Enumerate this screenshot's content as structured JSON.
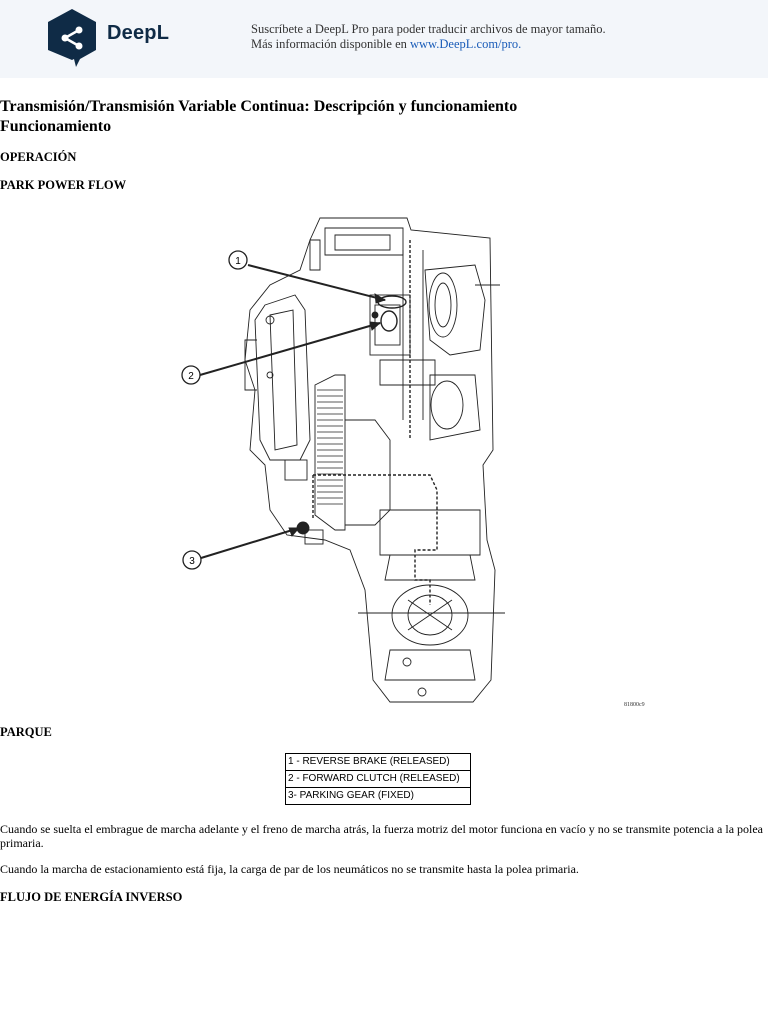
{
  "banner": {
    "brand": "DeepL",
    "promo_line1": "Suscríbete a DeepL Pro para poder traducir archivos de mayor tamaño.",
    "promo_line2_prefix": "Más información disponible en ",
    "promo_link": "www.DeepL.com/pro.",
    "logo_color": "#0f2b46",
    "background": "#f3f6fa"
  },
  "document": {
    "title_line1": "Transmisión/Transmisión Variable Continua: Descripción y funcionamiento",
    "title_line2": "Funcionamiento",
    "heading_operation": "OPERACIÓN",
    "heading_park_power_flow": "PARK POWER FLOW",
    "figure_code": "81800c9",
    "heading_parque": "PARQUE",
    "legend": [
      {
        "text": "1 - REVERSE BRAKE (RELEASED)"
      },
      {
        "text": "2 - FORWARD CLUTCH (RELEASED)"
      },
      {
        "text": "3- PARKING GEAR (FIXED)"
      }
    ],
    "paragraph1": "Cuando se suelta el embrague de marcha adelante y el freno de marcha atrás, la fuerza motriz del motor funciona en vacío y no se transmite potencia a la polea primaria.",
    "paragraph2": "Cuando la marcha de estacionamiento está fija, la carga de par de los neumáticos no se transmite hasta la polea primaria.",
    "heading_reverse_flow": "FLUJO DE ENERGÍA INVERSO"
  },
  "figure": {
    "callouts": [
      "1",
      "2",
      "3"
    ]
  }
}
